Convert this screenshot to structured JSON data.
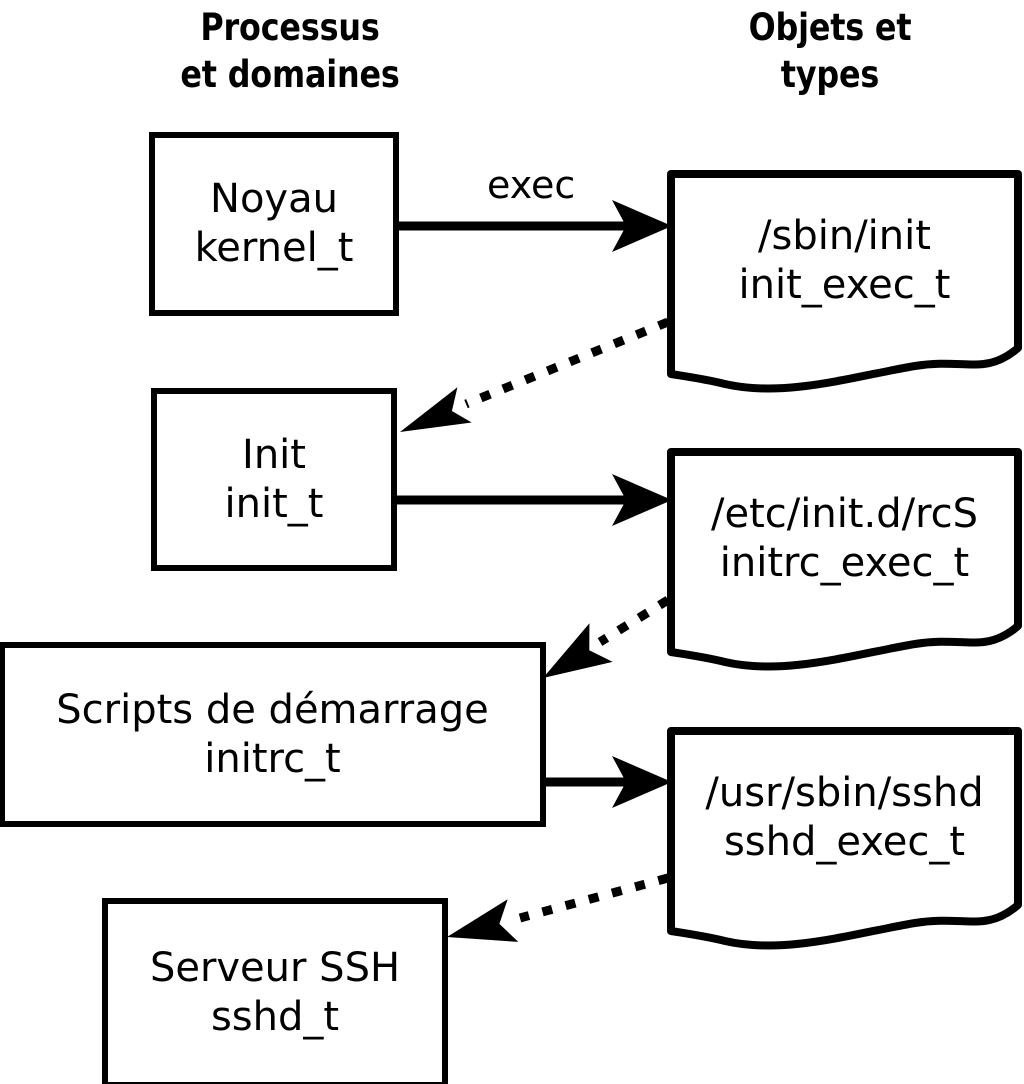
{
  "headers": {
    "left": "Processus\net domaines",
    "right": "Objets et\ntypes"
  },
  "colors": {
    "stroke": "#000000",
    "fill": "#ffffff",
    "background": "#ffffff"
  },
  "process_boxes": [
    {
      "id": "kernel",
      "line1": "Noyau",
      "line2": "kernel_t"
    },
    {
      "id": "init",
      "line1": "Init",
      "line2": "init_t"
    },
    {
      "id": "initrc",
      "line1": "Scripts de démarrage",
      "line2": "initrc_t"
    },
    {
      "id": "sshd",
      "line1": "Serveur SSH",
      "line2": "sshd_t"
    }
  ],
  "object_docs": [
    {
      "id": "init-exec",
      "line1": "/sbin/init",
      "line2": "init_exec_t"
    },
    {
      "id": "initrc-exec",
      "line1": "/etc/init.d/rcS",
      "line2": "initrc_exec_t"
    },
    {
      "id": "sshd-exec",
      "line1": "/usr/sbin/sshd",
      "line2": "sshd_exec_t"
    }
  ],
  "edges": [
    {
      "id": "kernel-exec-init",
      "label": "exec",
      "style": "solid",
      "from": "kernel",
      "to": "init-exec"
    },
    {
      "id": "initexec-to-init",
      "label": "",
      "style": "dotted",
      "from": "init-exec",
      "to": "init"
    },
    {
      "id": "init-exec-rcs",
      "label": "",
      "style": "solid",
      "from": "init",
      "to": "initrc-exec"
    },
    {
      "id": "rcsexec-to-initrc",
      "label": "",
      "style": "dotted",
      "from": "initrc-exec",
      "to": "initrc"
    },
    {
      "id": "initrc-exec-sshd",
      "label": "",
      "style": "solid",
      "from": "initrc",
      "to": "sshd-exec"
    },
    {
      "id": "sshdexec-to-sshd",
      "label": "",
      "style": "dotted",
      "from": "sshd-exec",
      "to": "sshd"
    }
  ]
}
